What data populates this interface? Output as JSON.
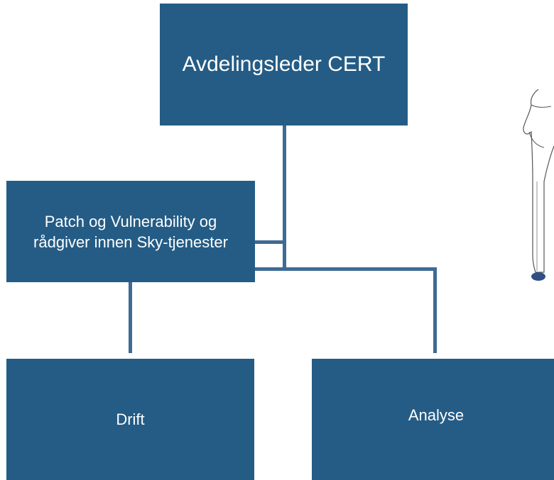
{
  "org_chart": {
    "head": {
      "label": "Avdelingsleder CERT"
    },
    "advisor": {
      "label_line1": "Patch og Vulnerability og",
      "label_line2": "rådgiver innen Sky-tjenester"
    },
    "units": [
      {
        "label": "Drift"
      },
      {
        "label": "Analyse"
      }
    ]
  },
  "colors": {
    "box_fill": "#245c85",
    "connector": "#3f6a94",
    "text": "#ffffff"
  },
  "illustration": {
    "icon": "standing-person-icon"
  }
}
